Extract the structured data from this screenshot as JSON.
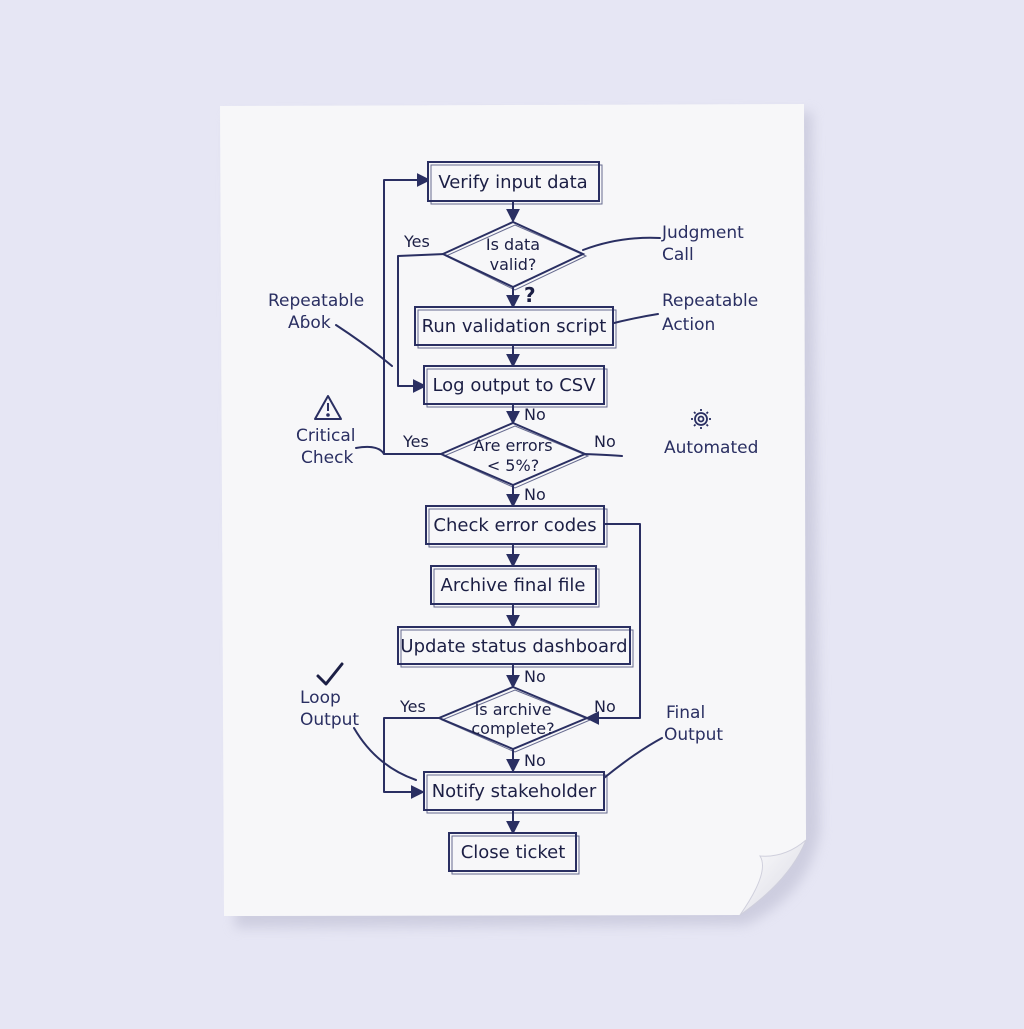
{
  "colors": {
    "background": "#e6e6f4",
    "paper": "#f7f7f9",
    "ink": "#2a2f62"
  },
  "diagram": {
    "nodes": {
      "verify": "Verify input data",
      "is_valid": [
        "Is data",
        "valid?"
      ],
      "run_script": "Run validation script",
      "log_output": "Log output to CSV",
      "are_errors": [
        "Are errors",
        "< 5%?"
      ],
      "check_codes": "Check error codes",
      "archive": "Archive final file",
      "dashboard": "Update status dashboard",
      "is_archive": [
        "Is archive",
        "complete?"
      ],
      "notify": "Notify stakeholder",
      "close": "Close ticket"
    },
    "edge_labels": {
      "valid_yes": "Yes",
      "valid_q": "?",
      "log_no": "No",
      "errors_yes": "Yes",
      "errors_no_right": "No",
      "errors_no_down": "No",
      "dashboard_no": "No",
      "archive_yes": "Yes",
      "archive_no_right": "No",
      "archive_no_down": "No"
    },
    "annotations": {
      "judgment": [
        "Judgment",
        "Call"
      ],
      "repeatable_left": [
        "Repeatable",
        "Aɓok"
      ],
      "repeatable_right": [
        "Repeatable",
        "Action"
      ],
      "critical": [
        "Critical",
        "Check"
      ],
      "automated": "Automated",
      "loop_output": [
        "Loop",
        "Output"
      ],
      "final_output": [
        "Final",
        "Output"
      ]
    },
    "icons": {
      "critical": "warning-triangle-icon",
      "automated": "gear-icon",
      "loop_output": "checkmark-icon"
    }
  }
}
